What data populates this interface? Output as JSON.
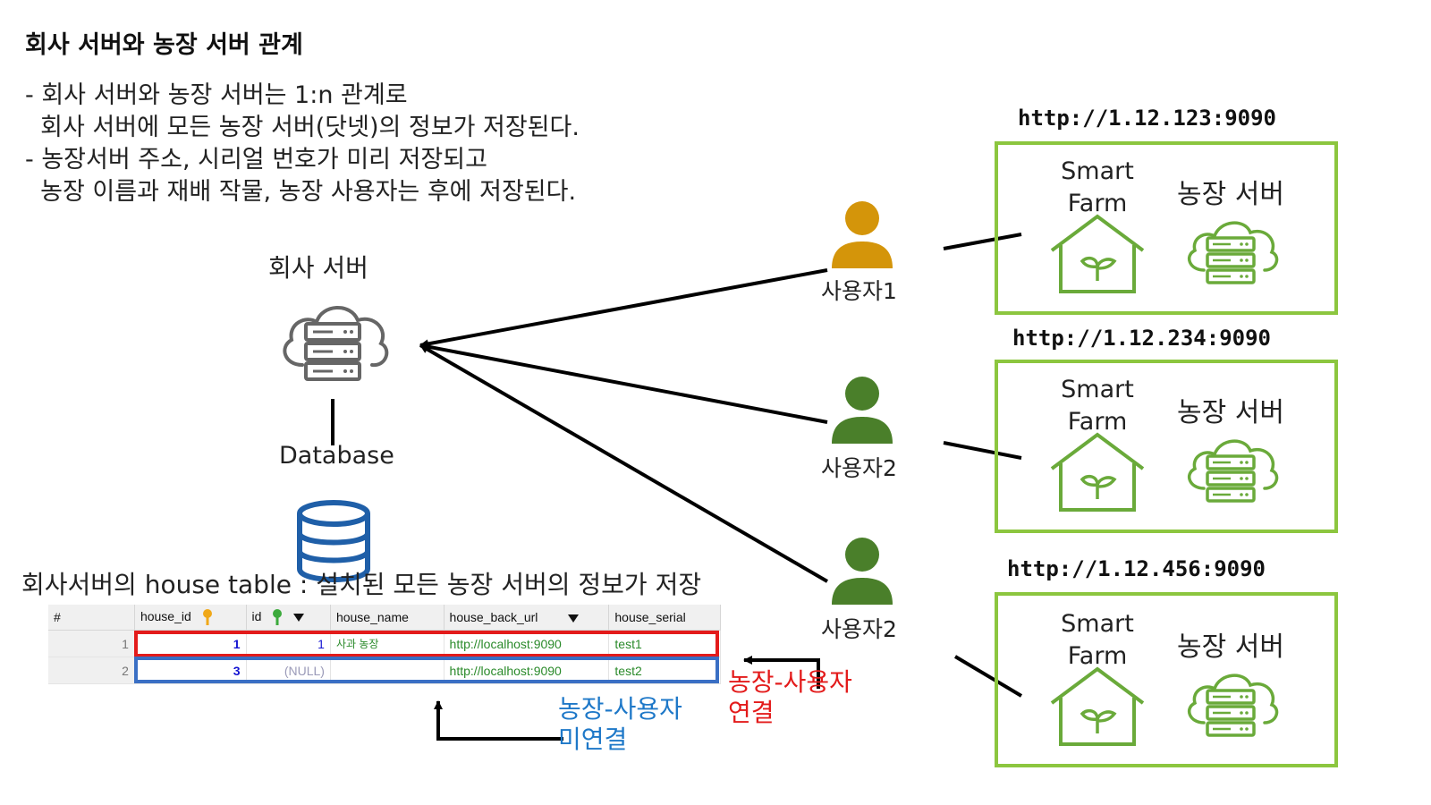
{
  "title": "회사 서버와 농장 서버 관계",
  "description": [
    "- 회사 서버와 농장 서버는 1:n 관계로",
    "  회사 서버에 모든 농장 서버(닷넷)의 정보가 저장된다.",
    "- 농장서버 주소, 시리얼 번호가 미리 저장되고",
    "  농장 이름과 재배 작물, 농장 사용자는 후에 저장된다."
  ],
  "company_server": {
    "label": "회사 서버",
    "database_label": "Database"
  },
  "users": [
    {
      "label": "사용자1",
      "color": "#d4950a"
    },
    {
      "label": "사용자2",
      "color": "#4a7f2a"
    },
    {
      "label": "사용자2",
      "color": "#4a7f2a"
    }
  ],
  "farms": [
    {
      "url": "http://1.12.123:9090",
      "smart_farm_line1": "Smart",
      "smart_farm_line2": "Farm",
      "server_label": "농장 서버"
    },
    {
      "url": "http://1.12.234:9090",
      "smart_farm_line1": "Smart",
      "smart_farm_line2": "Farm",
      "server_label": "농장 서버"
    },
    {
      "url": "http://1.12.456:9090",
      "smart_farm_line1": "Smart",
      "smart_farm_line2": "Farm",
      "server_label": "농장 서버"
    }
  ],
  "table_caption": "회사서버의 house table : 설치된 모든 농장 서버의 정보가 저장",
  "table": {
    "columns": [
      "#",
      "house_id",
      "id",
      "house_name",
      "house_back_url",
      "house_serial"
    ],
    "rows": [
      {
        "num": "1",
        "house_id": "1",
        "id": "1",
        "house_name": "사과 농장",
        "house_back_url": "http://localhost:9090",
        "house_serial": "test1"
      },
      {
        "num": "2",
        "house_id": "3",
        "id": "(NULL)",
        "house_name": "",
        "house_back_url": "http://localhost:9090",
        "house_serial": "test2"
      }
    ]
  },
  "annotations": {
    "linked_line1": "농장-사용자",
    "linked_line2": "연결",
    "unlinked_line1": "농장-사용자",
    "unlinked_line2": "미연결"
  },
  "colors": {
    "farm_border": "#8cc63f",
    "farm_icon": "#6aaa3a",
    "server_icon_gray": "#666666",
    "database_blue": "#1f5fa8",
    "linked_red": "#e31b1b",
    "unlinked_blue": "#1e78c8"
  }
}
